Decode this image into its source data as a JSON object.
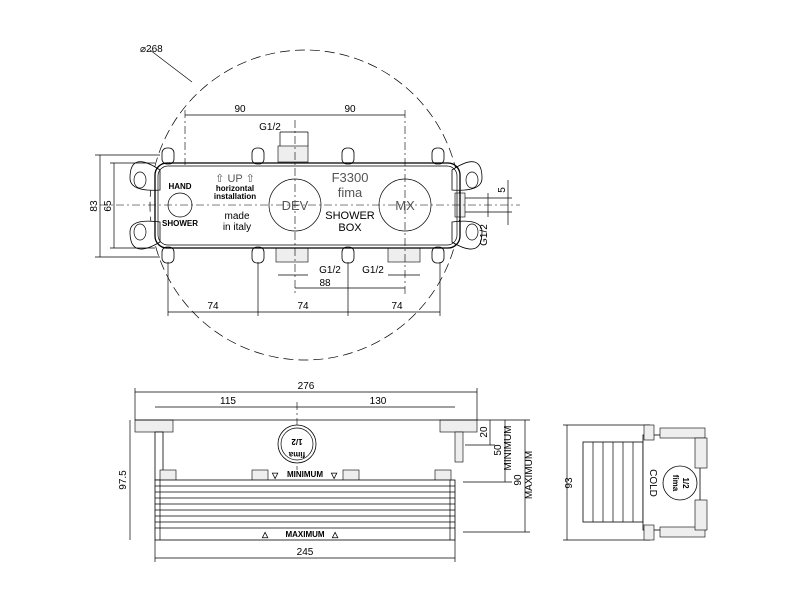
{
  "top_view": {
    "diameter": "⌀268",
    "dim_90_left": "90",
    "dim_90_right": "90",
    "g_top": "G1/2",
    "dim_83": "83",
    "dim_65": "65",
    "dim_5": "5",
    "g_right": "G1/2",
    "g_bottom_left": "G1/2",
    "g_bottom_right": "G1/2",
    "dim_88": "88",
    "dim_74_a": "74",
    "dim_74_b": "74",
    "dim_74_c": "74",
    "hand": "HAND",
    "shower": "SHOWER",
    "up": "⇧ UP ⇧",
    "horizontal": "horizontal",
    "installation": "installation",
    "made": "made",
    "in_italy": "in italy",
    "dev": "DEV",
    "model": "F3300",
    "brand": "fima",
    "shower_box_1": "SHOWER",
    "shower_box_2": "BOX",
    "mx": "MX"
  },
  "front_view": {
    "dim_276": "276",
    "dim_115": "115",
    "dim_130": "130",
    "dim_97_5": "97.5",
    "dim_245": "245",
    "dim_20": "20",
    "dim_50": "50",
    "minimum_side": "MINIMUM",
    "dim_90": "90",
    "maximum_side": "MAXIMUM",
    "minimum_mark": "MINIMUM",
    "maximum_mark": "MAXIMUM",
    "plug_brand": "fima",
    "plug_size": "1/2"
  },
  "side_view": {
    "dim_93": "93",
    "cold": "COLD",
    "plug_brand": "fima",
    "plug_size": "1/2"
  }
}
